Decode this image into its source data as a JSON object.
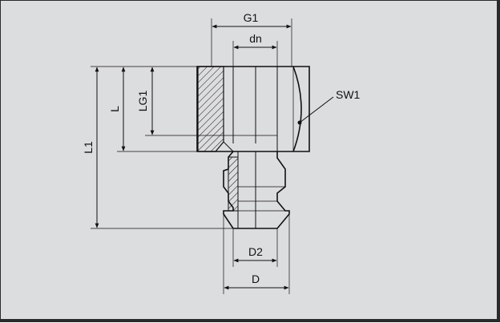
{
  "labels": {
    "g1": "G1",
    "dn": "dn",
    "sw1": "SW1",
    "lg1": "LG1",
    "l": "L",
    "l1": "L1",
    "d2": "D2",
    "d": "D"
  },
  "colors": {
    "background": "#dcdddf",
    "line": "#111111",
    "border": "#2a2a2a"
  }
}
